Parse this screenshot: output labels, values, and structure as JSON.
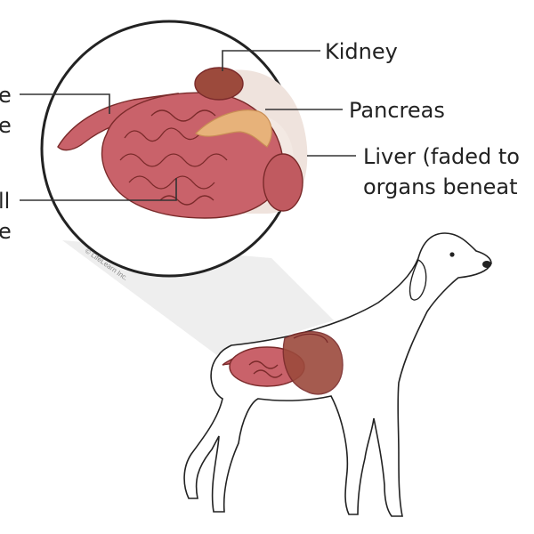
{
  "labels": {
    "large_intestine": [
      "e",
      "e"
    ],
    "small_intestine": [
      "ll",
      "e"
    ],
    "kidney": "Kidney",
    "pancreas": "Pancreas",
    "liver": [
      "Liver (faded to",
      "organs beneat"
    ]
  },
  "copyright": "© LifeLearn Inc.",
  "colors": {
    "intestine": "#c9626a",
    "kidney": "#9c4a3c",
    "pancreas": "#e7b27a",
    "liver_faded": "#efe3dd",
    "outline": "#222222"
  }
}
